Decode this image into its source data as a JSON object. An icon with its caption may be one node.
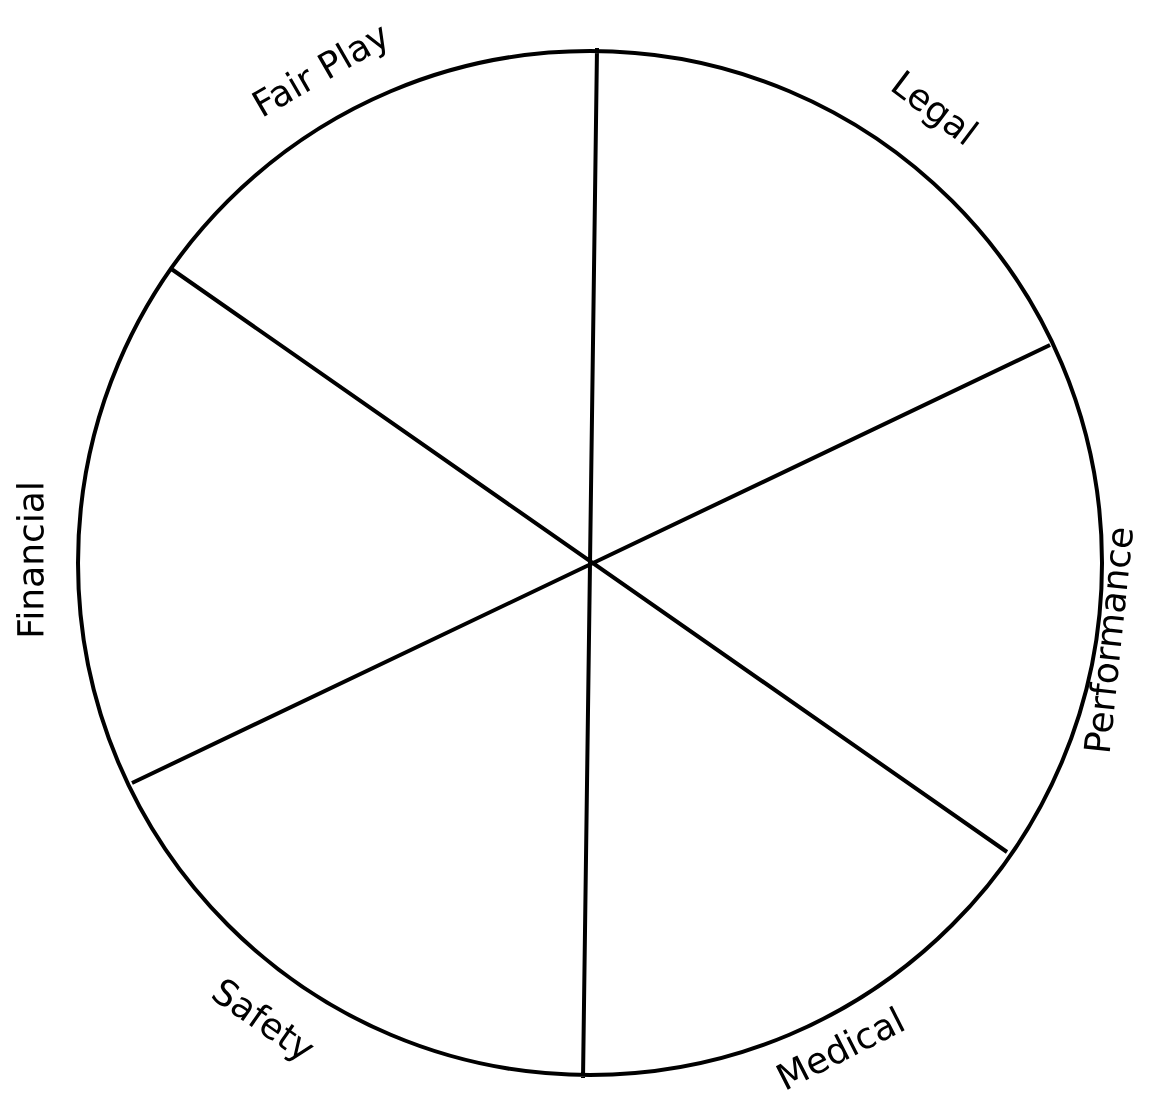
{
  "diagram": {
    "labels": [
      "Fair Play",
      "Legal",
      "Performance",
      "Medical",
      "Safety",
      "Financial"
    ]
  }
}
